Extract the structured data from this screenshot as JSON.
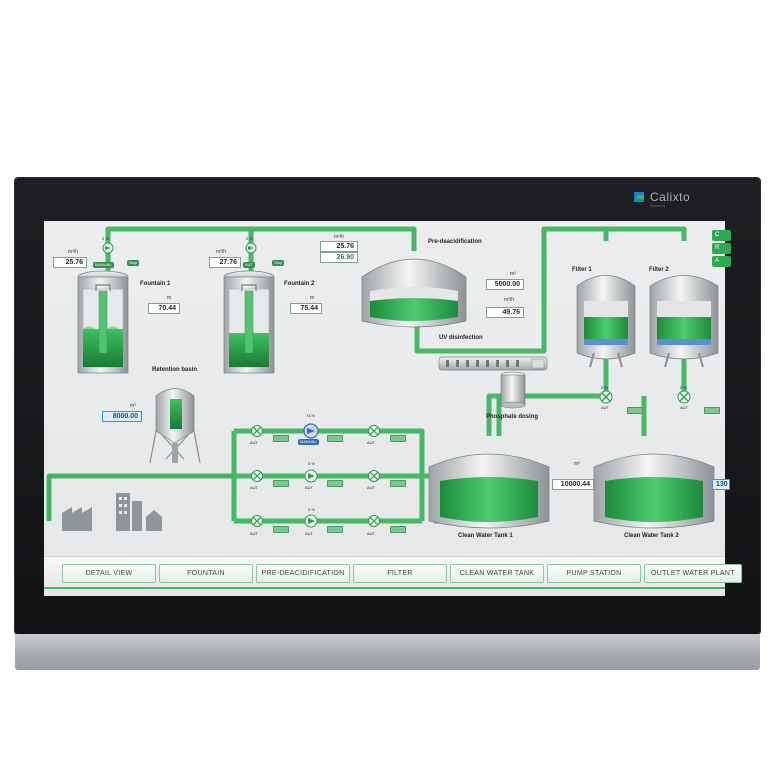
{
  "brand": {
    "name": "Calixto",
    "tagline": "Systems"
  },
  "hmi": {
    "fountain1": {
      "title": "Fountain 1",
      "flow_unit": "m³/h",
      "flow": "25.76",
      "level_unit": "m",
      "level": "70.44",
      "pump_pct": "0 %",
      "pump_mode": "MANUAL",
      "status": "Stop"
    },
    "fountain2": {
      "title": "Fountain 2",
      "flow_unit": "m³/h",
      "flow": "27.76",
      "level_unit": "m",
      "level": "75.44",
      "pump_pct": "0 %",
      "pump_mode": "AUT",
      "status": "Stop"
    },
    "header_flow": {
      "unit": "m³/h",
      "value": "25.76",
      "value2": "26.90"
    },
    "predeacidification": {
      "title": "Pre-deacidification",
      "volume_unit": "m³",
      "volume": "5000.00",
      "flow_unit": "m³/h",
      "flow": "49.76"
    },
    "uv": {
      "title": "UV disinfection"
    },
    "phosphate": {
      "title": "Phosphate dosing"
    },
    "retention": {
      "title": "Retention basin",
      "unit": "m³",
      "value": "8000.00"
    },
    "filter1": {
      "title": "Filter 1",
      "pct": "0 %",
      "mode": "AUT"
    },
    "filter2": {
      "title": "Filter 2",
      "pct": "0 %",
      "mode": "AUT"
    },
    "cwt1": {
      "title": "Clean Water Tank 1",
      "unit": "m³",
      "value": "10000.44"
    },
    "cwt2": {
      "title": "Clean Water Tank 2",
      "value": "130"
    },
    "pumps": [
      {
        "pct": "74 %",
        "mode": "MANUAL"
      },
      {
        "pct": "0 %",
        "mode": "AUT"
      },
      {
        "pct": "0 %",
        "mode": "AUT"
      }
    ],
    "valve_mode": "AUT",
    "side_buttons": [
      "C",
      "R",
      "A"
    ]
  },
  "nav": {
    "items": [
      "DETAIL VIEW",
      "FOUNTAIN",
      "PRE-DEACIDIFICATION",
      "FILTER",
      "CLEAN WATER TANK",
      "PUMP STATION",
      "OUTLET WATER PLANT"
    ]
  },
  "colors": {
    "pipe": "#47b864",
    "fluid": "#2ba34f",
    "accent": "#42b763",
    "bezel": "#17181a"
  }
}
